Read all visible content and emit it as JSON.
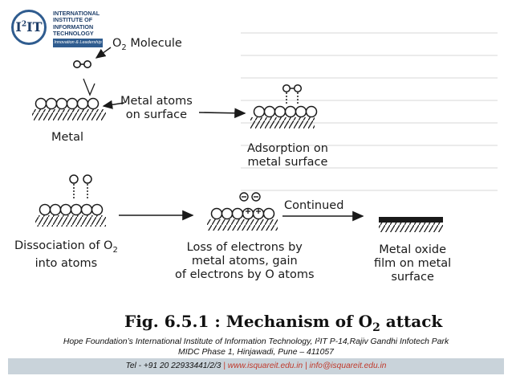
{
  "logo": {
    "mark_main": "I",
    "mark_sup": "2",
    "mark_tail": "IT",
    "lines": "INTERNATIONAL\nINSTITUTE OF\nINFORMATION\nTECHNOLOGY",
    "tagline": "Innovation & Leadership"
  },
  "diagram": {
    "labels": {
      "o2_molecule": "O",
      "o2_sub": "2",
      "o2_molecule_tail": " Molecule",
      "metal_atoms_line1": "Metal atoms",
      "metal_atoms_line2": "on surface",
      "metal": "Metal",
      "adsorption_line1": "Adsorption on",
      "adsorption_line2": "metal surface",
      "continued": "Continued",
      "dissociation_line1": "Dissociation of O",
      "dissociation_sub": "2",
      "dissociation_line2": "into atoms",
      "loss_line1": "Loss of electrons by",
      "loss_line2": "metal atoms, gain",
      "loss_line3": "of electrons by O atoms",
      "oxide_line1": "Metal oxide",
      "oxide_line2": "film on metal",
      "oxide_line3": "surface"
    }
  },
  "caption": {
    "prefix": "Fig. 6.5.1 : Mechanism of O",
    "sub": "2",
    "suffix": " attack"
  },
  "footer": {
    "address_line1": "Hope Foundation’s International Institute of Information Technology, I²IT P-14,Rajiv Gandhi Infotech Park",
    "address_line2": "MIDC Phase 1, Hinjawadi, Pune – 411057",
    "tel": "Tel - +91 20 22933441/2/3",
    "separator": " | ",
    "website": "www.isquareit.edu.in",
    "email": "info@isquareit.edu.in"
  },
  "colors": {
    "brand_blue": "#2f5c8f",
    "footer_bar": "#c9d3da",
    "link_red": "#c0392b"
  }
}
